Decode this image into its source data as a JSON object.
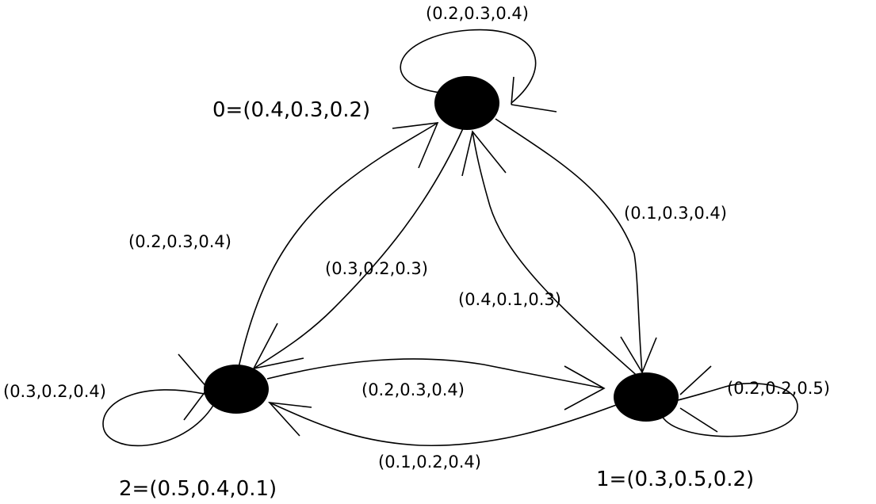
{
  "nodes": [
    {
      "id": "0",
      "label": "0=(0.4,0.3,0.2)"
    },
    {
      "id": "1",
      "label": "1=(0.3,0.5,0.2)"
    },
    {
      "id": "2",
      "label": "2=(0.5,0.4,0.1)"
    }
  ],
  "edges": [
    {
      "from": "0",
      "to": "0",
      "label": "(0.2,0.3,0.4)"
    },
    {
      "from": "0",
      "to": "1",
      "label": "(0.1,0.3,0.4)"
    },
    {
      "from": "1",
      "to": "0",
      "label": "(0.4,0.1,0.3)"
    },
    {
      "from": "2",
      "to": "0",
      "label": "(0.2,0.3,0.4)"
    },
    {
      "from": "0",
      "to": "2",
      "label": "(0.3,0.2,0.3)"
    },
    {
      "from": "2",
      "to": "1",
      "label": "(0.2,0.3,0.4)"
    },
    {
      "from": "1",
      "to": "2",
      "label": "(0.1,0.2,0.4)"
    },
    {
      "from": "1",
      "to": "1",
      "label": "(0.2,0.2,0.5)"
    },
    {
      "from": "2",
      "to": "2",
      "label": "(0.3,0.2,0.4)"
    }
  ]
}
